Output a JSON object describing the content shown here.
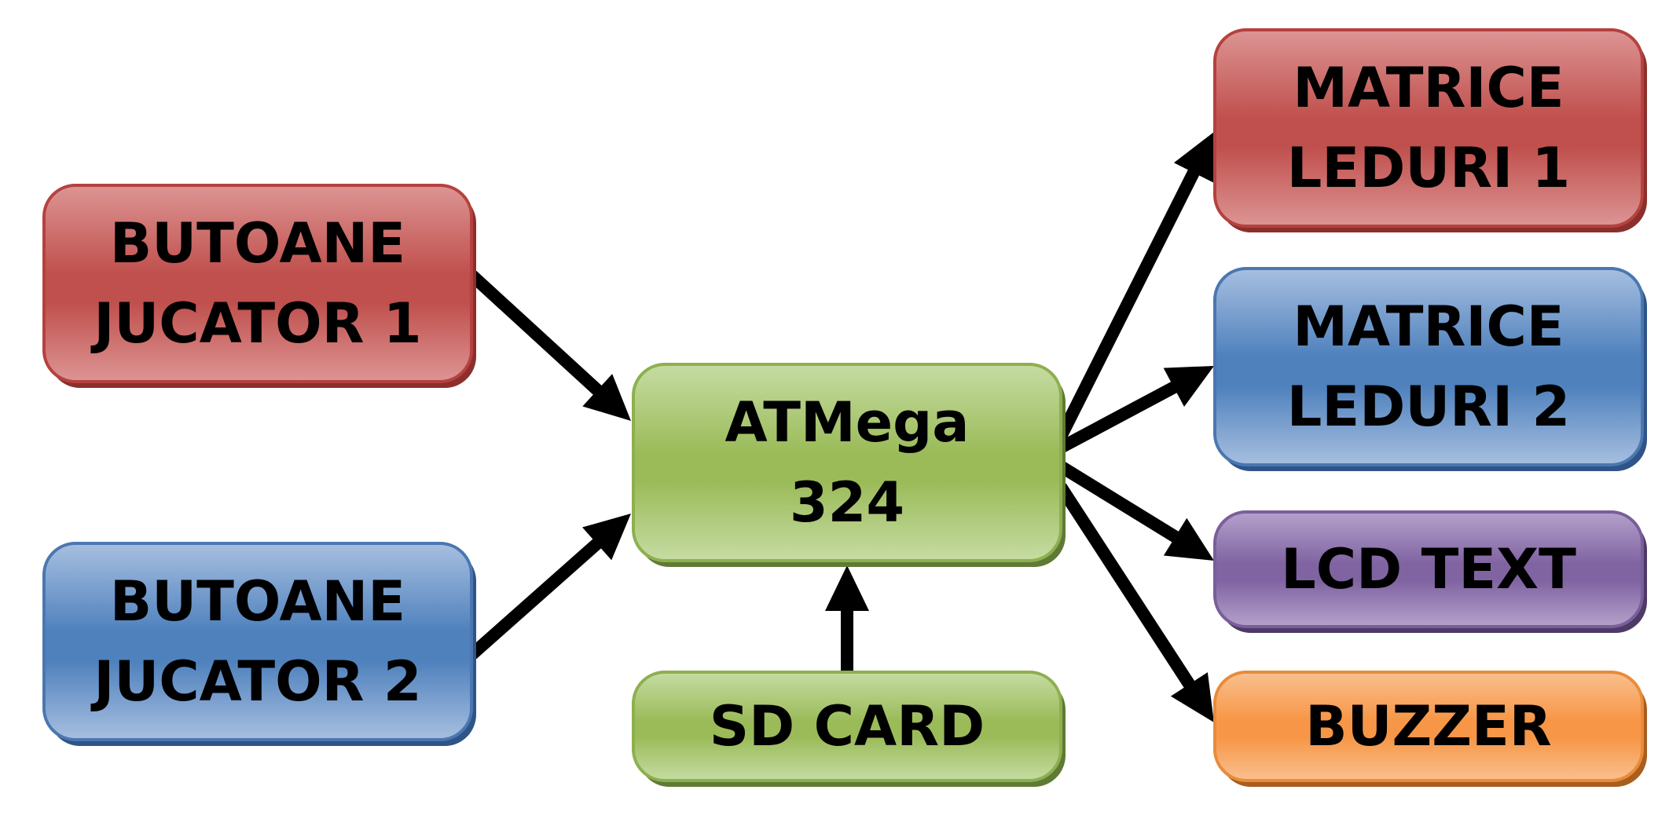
{
  "nodes": [
    {
      "id": "butoane-1",
      "lines": [
        "BUTOANE",
        "JUCATOR 1"
      ],
      "color": "red"
    },
    {
      "id": "butoane-2",
      "lines": [
        "BUTOANE",
        "JUCATOR 2"
      ],
      "color": "blue"
    },
    {
      "id": "atmega",
      "lines": [
        "ATMega",
        "324"
      ],
      "color": "green"
    },
    {
      "id": "sd-card",
      "lines": [
        "SD CARD"
      ],
      "color": "green"
    },
    {
      "id": "matrice-1",
      "lines": [
        "MATRICE",
        "LEDURI 1"
      ],
      "color": "red"
    },
    {
      "id": "matrice-2",
      "lines": [
        "MATRICE",
        "LEDURI 2"
      ],
      "color": "blue"
    },
    {
      "id": "lcd",
      "lines": [
        "LCD TEXT"
      ],
      "color": "purple"
    },
    {
      "id": "buzzer",
      "lines": [
        "BUZZER"
      ],
      "color": "orange"
    }
  ],
  "edges": [
    {
      "from": "butoane-1",
      "to": "atmega"
    },
    {
      "from": "butoane-2",
      "to": "atmega"
    },
    {
      "from": "sd-card",
      "to": "atmega"
    },
    {
      "from": "atmega",
      "to": "matrice-1"
    },
    {
      "from": "atmega",
      "to": "matrice-2"
    },
    {
      "from": "atmega",
      "to": "lcd"
    },
    {
      "from": "atmega",
      "to": "buzzer"
    }
  ],
  "palette": {
    "red": {
      "light": "#dc9594",
      "mid": "#c0504d",
      "border": "#b5413e",
      "shadow": "#8c2f2c"
    },
    "blue": {
      "light": "#a7bfe0",
      "mid": "#4f81bd",
      "border": "#4a77b0",
      "shadow": "#2f5488"
    },
    "green": {
      "light": "#c6dca3",
      "mid": "#9bbb59",
      "border": "#8db04e",
      "shadow": "#5f7a34"
    },
    "purple": {
      "light": "#b4a1cb",
      "mid": "#8064a2",
      "border": "#7a5e9b",
      "shadow": "#4e3a66"
    },
    "orange": {
      "light": "#f9c08f",
      "mid": "#f79646",
      "border": "#e98b3a",
      "shadow": "#a85e1e"
    }
  }
}
